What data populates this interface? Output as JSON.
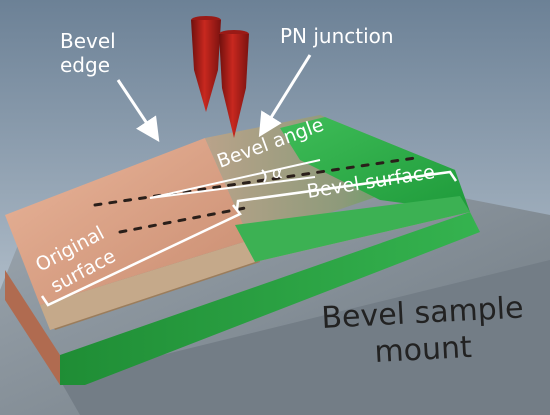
{
  "labels": {
    "bevel_edge_line1": "Bevel",
    "bevel_edge_line2": "edge",
    "pn_junction": "PN junction",
    "bevel_angle": "Bevel angle",
    "alpha": "α",
    "bevel_surface": "Bevel surface",
    "original_surface_line1": "Original",
    "original_surface_line2": "surface",
    "mount_line1": "Bevel sample",
    "mount_line2": "mount"
  },
  "colors": {
    "background_top": "#6c8196",
    "background_bottom": "#c9d3dc",
    "mount": "#7d8790",
    "copper_top": "#e3a98d",
    "copper_bevel": "#c88a70",
    "green": "#2fb04c",
    "green_light": "#5cc56c",
    "probe": "#b0201c",
    "annotation": "#ffffff",
    "mount_text": "#222222"
  },
  "icons": {
    "probe": "probe-tip-icon",
    "arrow": "pointer-arrow-icon"
  }
}
